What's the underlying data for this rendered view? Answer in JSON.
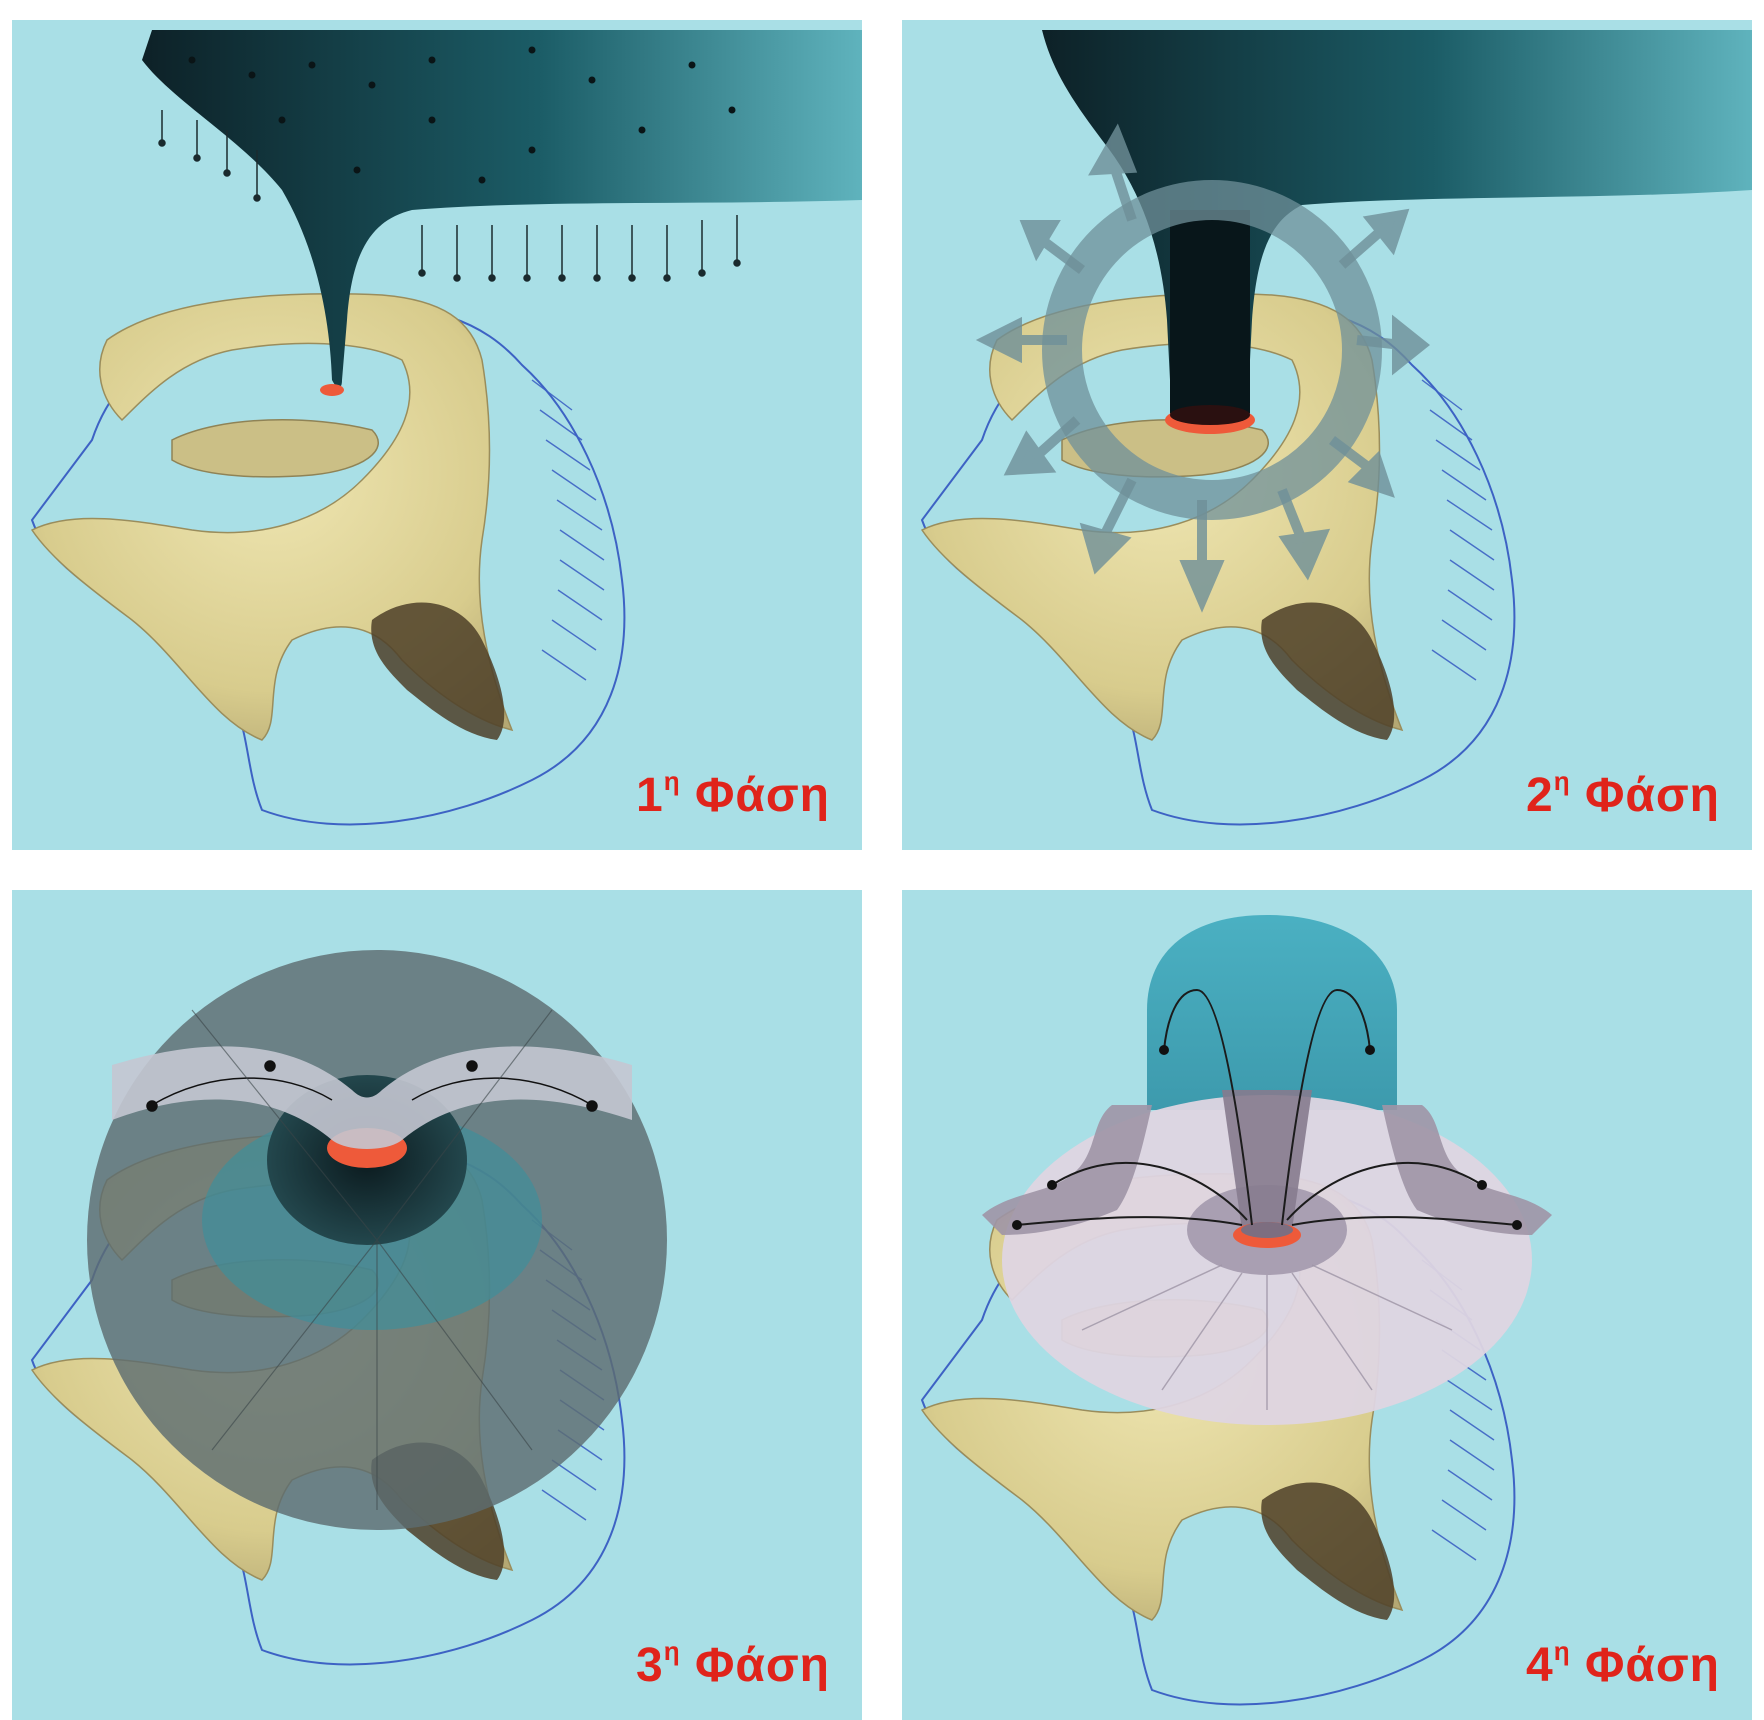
{
  "panels": [
    {
      "num": "1",
      "sup": "η",
      "word": "Φάση"
    },
    {
      "num": "2",
      "sup": "η",
      "word": "Φάση"
    },
    {
      "num": "3",
      "sup": "η",
      "word": "Φάση"
    },
    {
      "num": "4",
      "sup": "η",
      "word": "Φάση"
    }
  ],
  "colors": {
    "sea": "#a9dfe6",
    "island": "#e6dca0",
    "island_dark": "#5a4a2e",
    "coastline": "#3d62c4",
    "plume": "#0f2b33",
    "vent": "#ee5a3a",
    "label": "#e0241b"
  }
}
